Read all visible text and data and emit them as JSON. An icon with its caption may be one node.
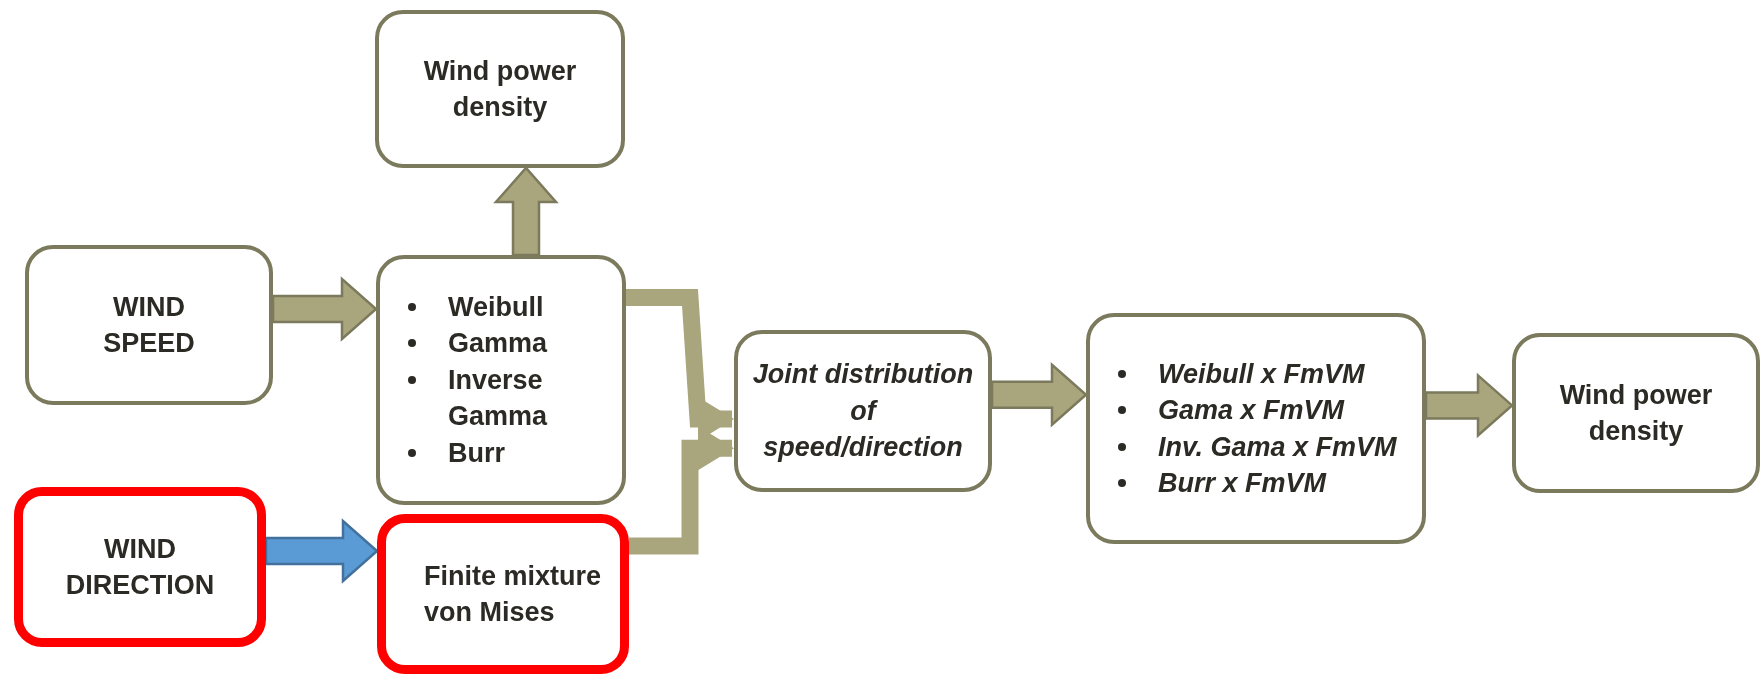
{
  "diagram": {
    "nodes": [
      {
        "text": [
          "Wind power density"
        ]
      },
      {
        "text": [
          "WIND SPEED"
        ]
      },
      {
        "text": [
          "Weibull",
          "Gamma",
          "Inverse Gamma",
          "Burr"
        ]
      },
      {
        "text": [
          "WIND DIRECTION"
        ]
      },
      {
        "text": [
          "Finite mixture von Mises"
        ]
      },
      {
        "text": [
          "Joint distribution of speed/direction"
        ]
      },
      {
        "text": [
          "Weibull x FmVM",
          "Gama x FmVM",
          "Inv. Gama x FmVM",
          "Burr x FmVM"
        ]
      },
      {
        "text": [
          "Wind power density"
        ]
      }
    ],
    "edges": [
      {
        "from": 1,
        "to": 2,
        "arrow": "to"
      },
      {
        "from": 2,
        "to": 0,
        "arrow": "to"
      },
      {
        "from": 3,
        "to": 4,
        "arrow": "to",
        "color": "#5b9bd5"
      },
      {
        "from": 2,
        "to": 5,
        "arrow": "to"
      },
      {
        "from": 4,
        "to": 5,
        "arrow": "to"
      },
      {
        "from": 5,
        "to": 6,
        "arrow": "to"
      },
      {
        "from": 6,
        "to": 7,
        "arrow": "to"
      }
    ]
  }
}
